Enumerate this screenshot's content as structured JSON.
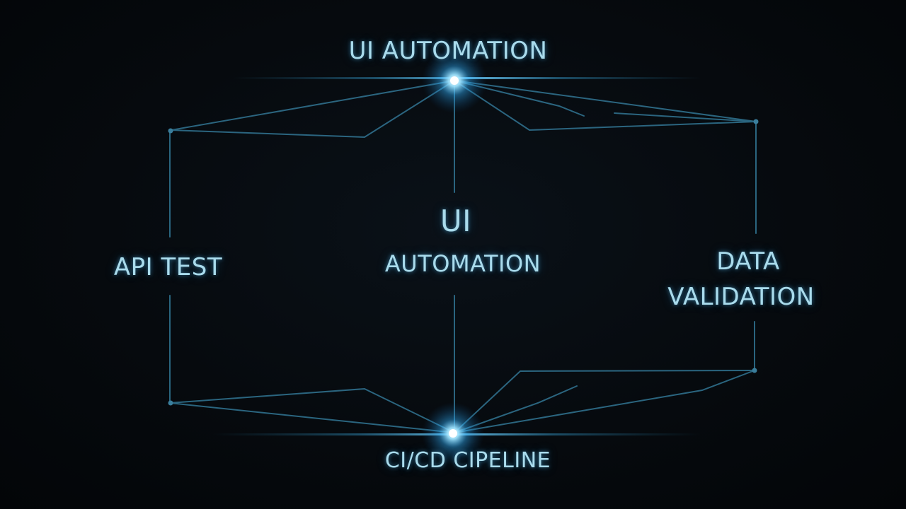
{
  "diagram": {
    "top_node": "UI AUTOMATION",
    "center_node": {
      "line1": "UI",
      "line2": "AUTOMATION"
    },
    "left_node": "API TEST",
    "right_node": {
      "line1": "DATA",
      "line2": "VALIDATION"
    },
    "bottom_node": "CI/CD CIPELINE"
  },
  "colors": {
    "background": "#05090d",
    "line": "#2f6f8c",
    "glow": "#2fb4ff",
    "text": "#a9dbec"
  }
}
